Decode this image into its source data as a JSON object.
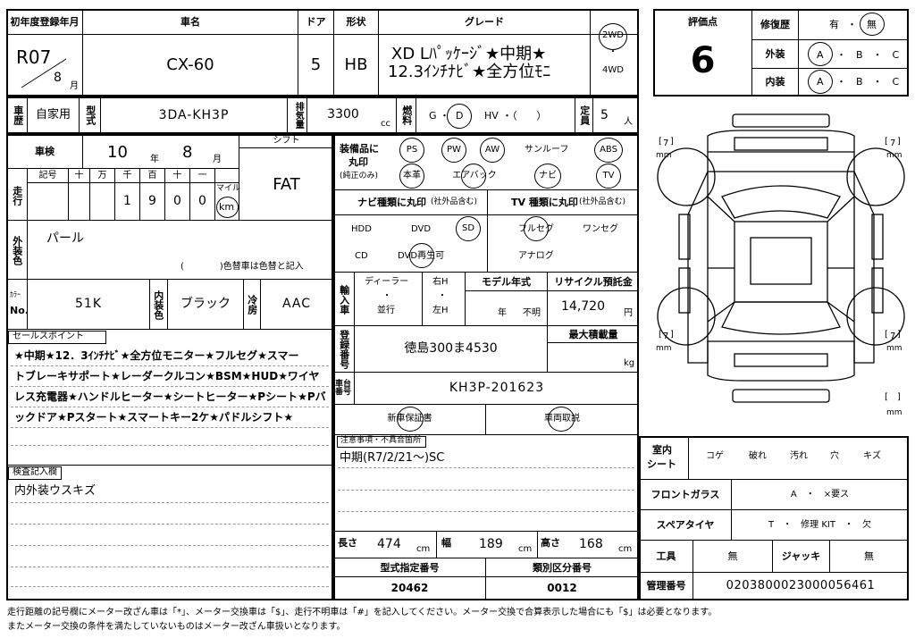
{
  "header": {
    "first_reg_label": "初年度登録年月",
    "name_label": "車名",
    "door_label": "ドア",
    "shape_label": "形状",
    "grade_label": "グレード",
    "year": "R07",
    "month": "8",
    "month_unit": "月",
    "car_name": "CX-60",
    "doors": "5",
    "shape": "HB",
    "grade_line1": "XD Lﾊﾟｯｹｰｼﾞ★中期★",
    "grade_line2": "12.3ｲﾝﾁﾅﾋﾞ★全方位ﾓﾆ",
    "drive_2wd": "2WD",
    "drive_sep": "・",
    "drive_4wd": "4WD"
  },
  "row2": {
    "history_label": "車歴",
    "history": "自家用",
    "model_label": "型式",
    "model": "3DA-KH3P",
    "displacement_label": "排気量",
    "displacement": "3300",
    "cc": "cc",
    "fuel_label": "燃料",
    "fuel_g": "G",
    "fuel_sep1": "・",
    "fuel_d": "D",
    "fuel_hv": "HV",
    "fuel_sep2": "・（　　）",
    "capacity_label": "定員",
    "capacity": "5",
    "capacity_unit": "人"
  },
  "rating": {
    "score_label": "評価点",
    "score": "6",
    "repair_label": "修復歴",
    "repair_yes": "有",
    "repair_sep": "・",
    "repair_no": "無",
    "exterior_label": "外装",
    "interior_label": "内装",
    "grade_a": "A",
    "grade_rest": "・　B　・　C"
  },
  "inspection": {
    "label": "車検",
    "year": "10",
    "year_unit": "年",
    "month": "8",
    "month_unit": "月",
    "shift_label": "シフト",
    "shift": "FAT"
  },
  "mileage": {
    "label": "走行",
    "symbol_label": "記号",
    "cols": [
      "十",
      "万",
      "千",
      "百",
      "十",
      "一"
    ],
    "digits": [
      "",
      "",
      "1",
      "9",
      "0",
      "0"
    ],
    "mile_label": "マイル",
    "km_label": "km"
  },
  "color": {
    "label": "外装色",
    "value": "パール",
    "note": "(　　　　)色替車は色替と記入",
    "code_label_top": "ｶﾗｰ",
    "code_label": "No.",
    "code": "51K",
    "interior_label": "内装色",
    "interior": "ブラック",
    "ac_label": "冷房",
    "ac": "AAC"
  },
  "equipment": {
    "label_line1": "装備品に",
    "label_line2": "丸印",
    "label_line3": "(純正のみ)",
    "items": {
      "ps": "PS",
      "pw": "PW",
      "aw": "AW",
      "sunroof": "サンルーフ",
      "abs": "ABS",
      "leather": "本革",
      "airbag": "エアバック",
      "navi": "ナビ",
      "tv": "TV"
    }
  },
  "navi": {
    "title": "ナビ種類に丸印",
    "sub": "(社外品含む)",
    "hdd": "HDD",
    "dvd": "DVD",
    "sd": "SD",
    "cd": "CD",
    "dvd_play": "DVD再生可"
  },
  "tv": {
    "title": "TV 種類に丸印",
    "sub": "(社外品含む)",
    "fullseg": "フルセグ",
    "oneseg": "ワンセグ",
    "analog": "アナログ"
  },
  "import": {
    "label": "輸入車",
    "dealer": "ディーラー",
    "dot": "・",
    "parallel": "並行",
    "right": "右H",
    "left": "左H",
    "model_year_label": "モデル年式",
    "year_unit": "年",
    "unknown": "不明",
    "recycle_label": "リサイクル預託金",
    "recycle": "14,720",
    "yen": "円"
  },
  "registration": {
    "label": "登録番号",
    "plate": "徳島300ま4530",
    "max_load_label": "最大積載量",
    "kg": "kg",
    "chassis_label": "車台番号",
    "chassis": "KH3P-201623",
    "warranty": "新車保証書",
    "manual": "車両取説"
  },
  "sales": {
    "label": "セールスポイント",
    "lines": [
      "★中期★12．3ｲﾝﾁﾅﾋﾞ★全方位モニター★フルセグ★スマー",
      "トブレーキサポート★レーダークルコン★BSM★HUD★ワイヤ",
      "レス充電器★ハンドルヒーター★シートヒーター★Pシート★Pバ",
      "ックドア★Pスタート★スマートキー2ケ★パドルシフト★"
    ]
  },
  "inspector": {
    "label": "検査記入欄",
    "text": "内外装ウスキズ"
  },
  "notes": {
    "label": "注意事項・不具合箇所",
    "text": "中期(R7/2/21～)SC"
  },
  "size": {
    "length_label": "長さ",
    "length": "474",
    "width_label": "幅",
    "width": "189",
    "height_label": "高さ",
    "height": "168",
    "unit": "cm"
  },
  "codes": {
    "type_label": "型式指定番号",
    "type": "20462",
    "class_label": "類別区分番号",
    "class": "0012"
  },
  "right_panel": {
    "interior_label_1": "室内",
    "interior_label_2": "シート",
    "koge": "コゲ",
    "yabure": "破れ",
    "yogore": "汚れ",
    "ana": "穴",
    "kizu": "キズ",
    "glass_label": "フロントガラス",
    "glass_value": "A　・　×要ス",
    "spare_label": "スペアタイヤ",
    "spare_value": "T　・　修理 KIT　・　欠",
    "tool_label": "工具",
    "tool_value": "無",
    "jack_label": "ジャッキ",
    "jack_value": "無",
    "mgmt_label": "管理番号",
    "mgmt_value": "0203800023000056461"
  },
  "diagram": {
    "tire_open": "[",
    "tire_num": "7",
    "tire_close": "]",
    "mm": "mm"
  },
  "footer": {
    "line1": "走行距離の記号欄にメーター改ざん車は「*」、メーター交換車は「$」、走行不明車は「#」を記入してください。メーター交換で合算表示した場合にも「$」は必要となります。",
    "line2": "またメーター交換の条件を満たしていないものはメーター改ざん車扱いとなります。"
  }
}
